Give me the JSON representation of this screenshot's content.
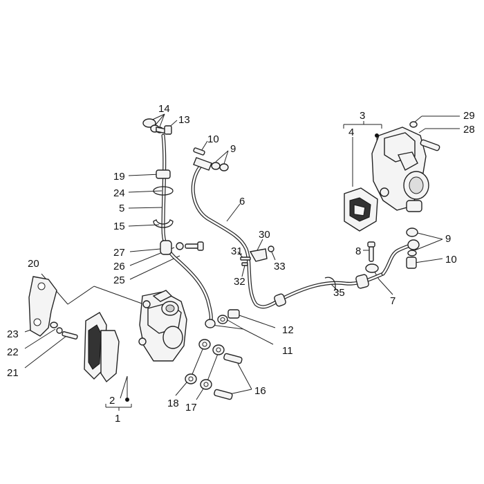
{
  "callouts": [
    {
      "id": "c1",
      "text": "1"
    },
    {
      "id": "c2",
      "text": "2"
    },
    {
      "id": "c3",
      "text": "3"
    },
    {
      "id": "c4",
      "text": "4"
    },
    {
      "id": "c5",
      "text": "5"
    },
    {
      "id": "c6",
      "text": "6"
    },
    {
      "id": "c7",
      "text": "7"
    },
    {
      "id": "c8",
      "text": "8"
    },
    {
      "id": "c9a",
      "text": "9"
    },
    {
      "id": "c9b",
      "text": "9"
    },
    {
      "id": "c10a",
      "text": "10"
    },
    {
      "id": "c10b",
      "text": "10"
    },
    {
      "id": "c11",
      "text": "11"
    },
    {
      "id": "c12",
      "text": "12"
    },
    {
      "id": "c13",
      "text": "13"
    },
    {
      "id": "c14",
      "text": "14"
    },
    {
      "id": "c15",
      "text": "15"
    },
    {
      "id": "c16",
      "text": "16"
    },
    {
      "id": "c17",
      "text": "17"
    },
    {
      "id": "c18",
      "text": "18"
    },
    {
      "id": "c19",
      "text": "19"
    },
    {
      "id": "c20",
      "text": "20"
    },
    {
      "id": "c21",
      "text": "21"
    },
    {
      "id": "c22",
      "text": "22"
    },
    {
      "id": "c23",
      "text": "23"
    },
    {
      "id": "c24",
      "text": "24"
    },
    {
      "id": "c25",
      "text": "25"
    },
    {
      "id": "c26",
      "text": "26"
    },
    {
      "id": "c27",
      "text": "27"
    },
    {
      "id": "c28",
      "text": "28"
    },
    {
      "id": "c29",
      "text": "29"
    },
    {
      "id": "c30",
      "text": "30"
    },
    {
      "id": "c31",
      "text": "31"
    },
    {
      "id": "c32",
      "text": "32"
    },
    {
      "id": "c33",
      "text": "33"
    },
    {
      "id": "c35",
      "text": "35"
    }
  ]
}
